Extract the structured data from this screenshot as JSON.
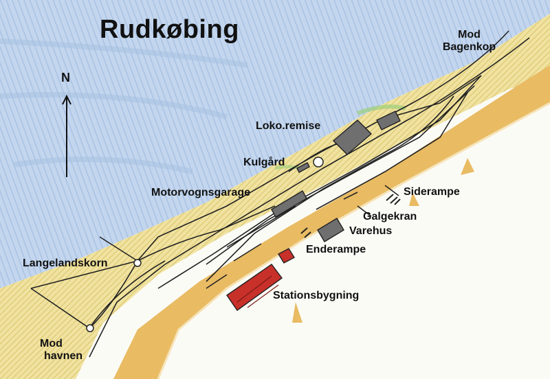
{
  "title": "Rudkøbing",
  "north": "N",
  "labels": {
    "mod_bagenkop_1": "Mod",
    "mod_bagenkop_2": "Bagenkop",
    "loko_remise": "Loko.remise",
    "kulgaard": "Kulgård",
    "motorvognsgarage": "Motorvognsgarage",
    "siderampe": "Siderampe",
    "galgekran": "Galgekran",
    "varehus": "Varehus",
    "enderampe": "Enderampe",
    "langelandskorn": "Langelandskorn",
    "stationsbygning": "Stationsbygning",
    "mod_havnen_1": "Mod",
    "mod_havnen_2": "havnen"
  },
  "colors": {
    "water": "#b9cfea",
    "yard": "#f0e2a0",
    "road": "#e8b860",
    "station": "#c8302a",
    "building": "#6f6f6f",
    "track": "#222222"
  }
}
